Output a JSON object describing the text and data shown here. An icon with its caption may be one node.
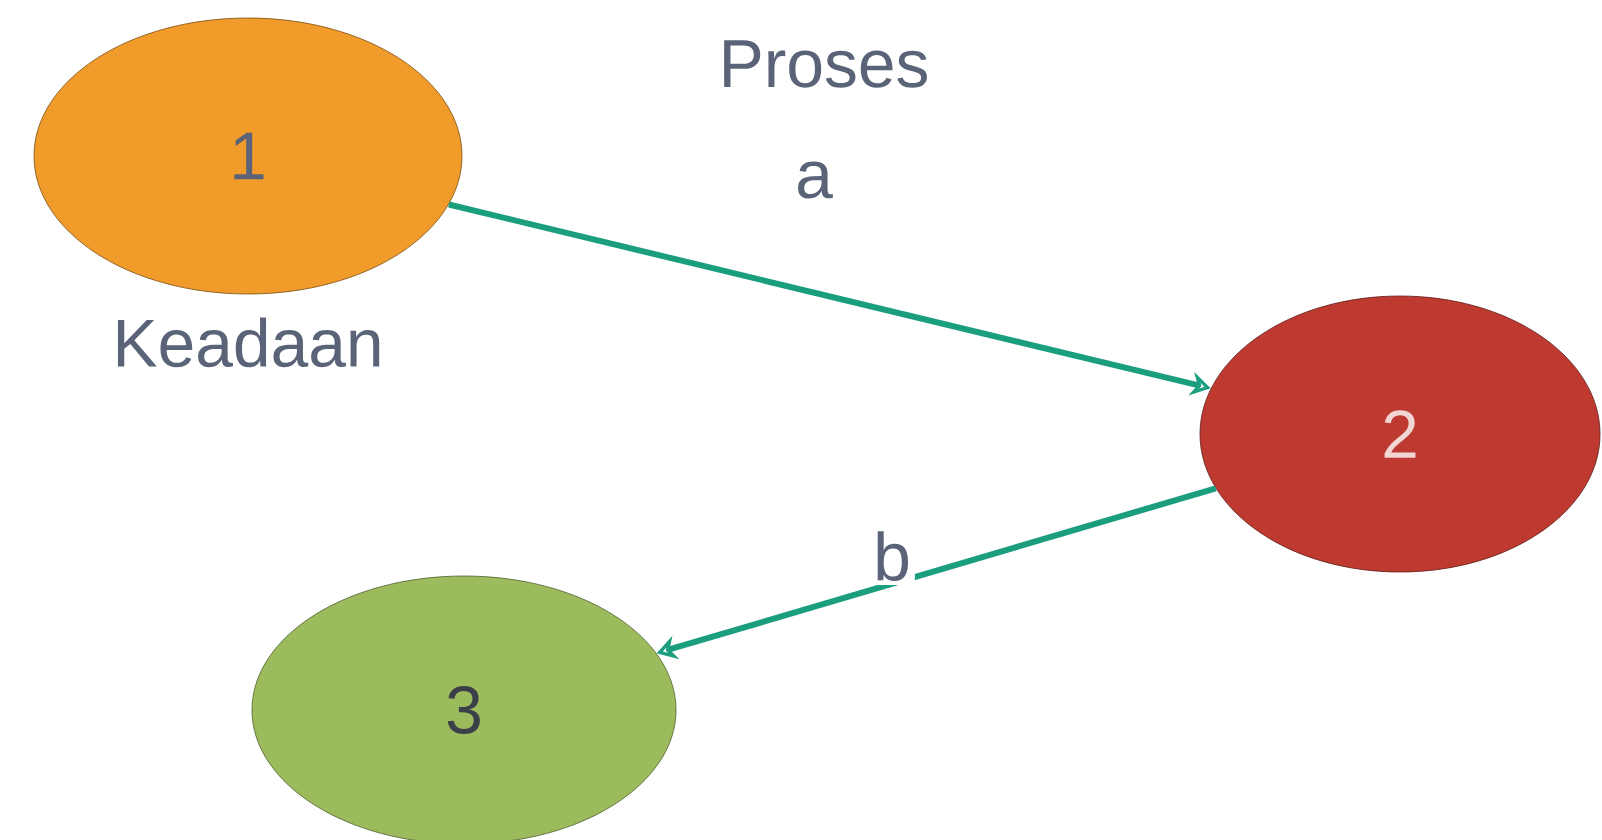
{
  "diagram": {
    "nodes": [
      {
        "text": [
          "1"
        ],
        "beside": [
          "Keadaan"
        ]
      },
      {
        "text": [
          "2"
        ]
      },
      {
        "text": [
          "3"
        ]
      }
    ],
    "edges": [
      {
        "from": 0,
        "to": 1,
        "arrow": "to",
        "label": "a"
      },
      {
        "from": 1,
        "to": 2,
        "arrow": "to",
        "label": "b"
      }
    ],
    "labels": [
      "Proses"
    ]
  }
}
